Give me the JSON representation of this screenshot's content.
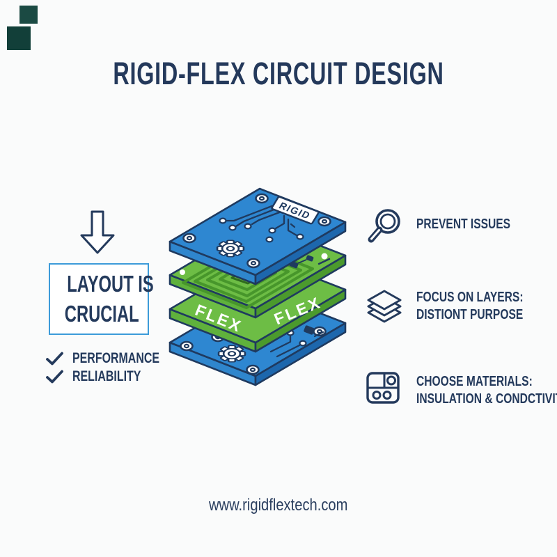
{
  "header": {
    "title": "RIGID-FLEX CIRCUIT DESIGN"
  },
  "colors": {
    "navy_text": "#243a5c",
    "outline_navy": "#1f3a5f",
    "accent_blue": "#3c9bd9",
    "board_blue": "#2e87d1",
    "board_blue_side": "#1d67ad",
    "board_green": "#6dbd45",
    "board_green_dark": "#47962b",
    "corner_square_small": "#1b4a43",
    "corner_square_large": "#123f39",
    "background": "#fafbfb",
    "white": "#ffffff"
  },
  "left_panel": {
    "arrow_icon": "down-arrow-icon",
    "callout": {
      "line1": "LAYOUT IS",
      "line2": "CRUCIAL"
    },
    "checklist": [
      {
        "icon": "checkmark-icon",
        "label": "PERFORMANCE"
      },
      {
        "icon": "checkmark-icon",
        "label": "RELIABILITY"
      }
    ]
  },
  "features": [
    {
      "icon": "magnifier-icon",
      "line1": "PREVENT ISSUES"
    },
    {
      "icon": "layers-icon",
      "line1": "FOCUS ON LAYERS:",
      "line2": "DISTIONT PURPOSE"
    },
    {
      "icon": "materials-grid-icon",
      "line1": "CHOOSE MATERIALS:",
      "line2": "INSULATION & CONDCTIVITY"
    }
  ],
  "illustration": {
    "type": "isometric-stacked-pcb-layers",
    "layers": [
      {
        "order": 1,
        "color": "blue",
        "label": "RIGID"
      },
      {
        "order": 2,
        "color": "green",
        "label": ""
      },
      {
        "order": 3,
        "color": "green",
        "label": "FLEX"
      },
      {
        "order": 4,
        "color": "blue",
        "label": ""
      }
    ],
    "rigid_label": "RIGID",
    "flex_left": "FLEX",
    "flex_right": "FLEX"
  },
  "footer": {
    "url": "www.rigidflextech.com"
  }
}
